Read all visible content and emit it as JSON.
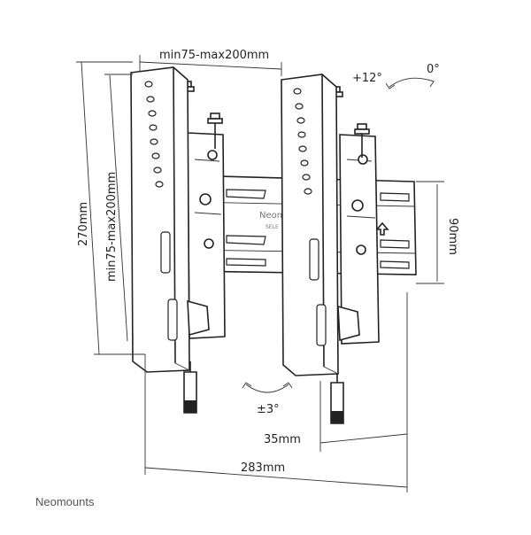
{
  "dimensions": {
    "top_vesa_width": "min75-max200mm",
    "tilt_up": "+12°",
    "tilt_zero": "0°",
    "height_total": "270mm",
    "vesa_height": "min75-max200mm",
    "plate_height": "90mm",
    "swivel": "±3°",
    "depth": "35mm",
    "width_total": "283mm"
  },
  "brand": {
    "plate_logo": "Neomounts",
    "plate_logo_sub": "SELE",
    "footer": "Neomounts"
  }
}
